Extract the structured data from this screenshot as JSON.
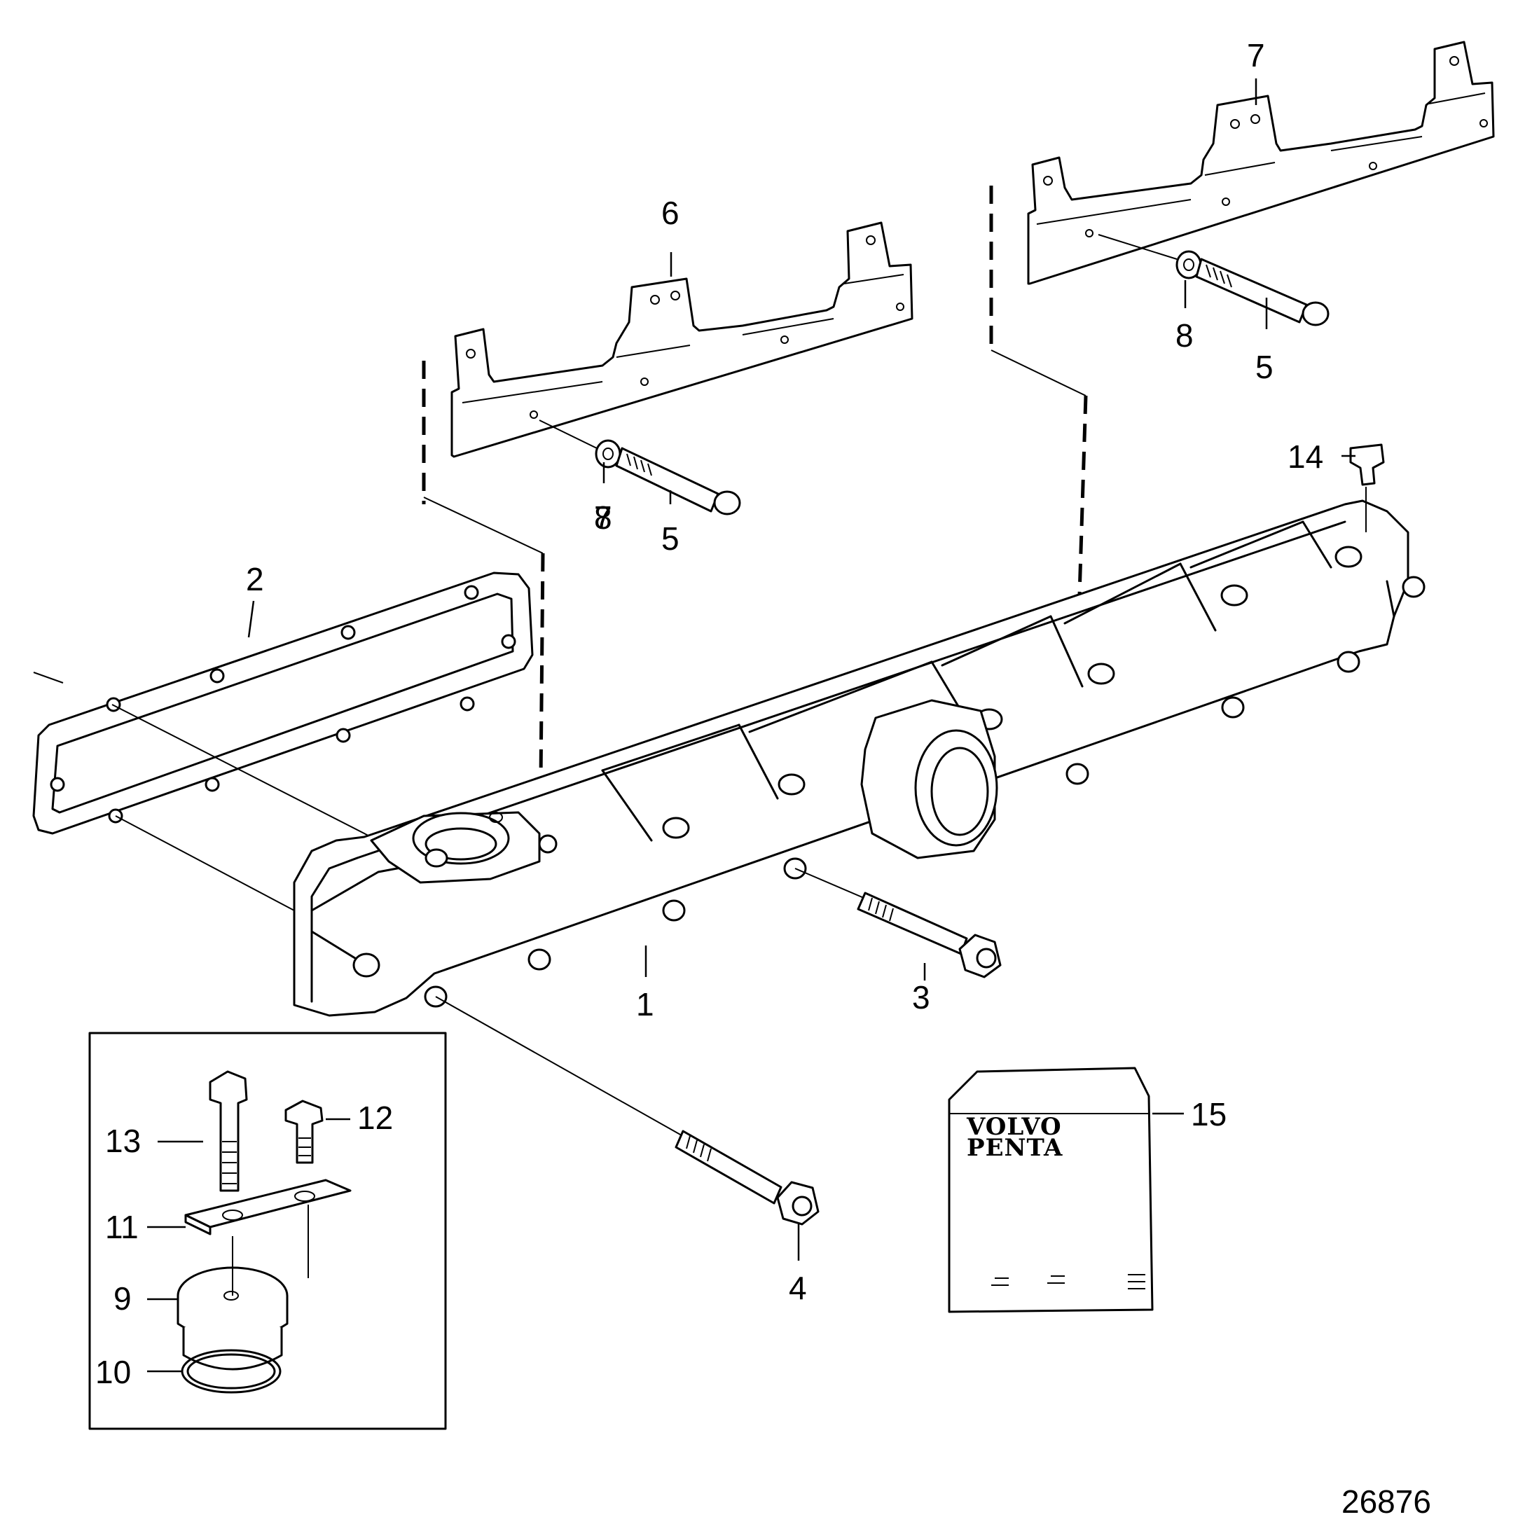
{
  "figure_id": "26876",
  "callouts": {
    "c1": "1",
    "c2": "2",
    "c3": "3",
    "c4": "4",
    "c5a": "5",
    "c5b": "5",
    "c6": "6",
    "c7a": "7",
    "c7b": "7",
    "c8a": "8",
    "c8b": "8",
    "c9": "9",
    "c10": "10",
    "c11": "11",
    "c12": "12",
    "c13": "13",
    "c14": "14",
    "c15": "15"
  },
  "booklet": {
    "brand_line1": "VOLVO",
    "brand_line2": "PENTA"
  }
}
